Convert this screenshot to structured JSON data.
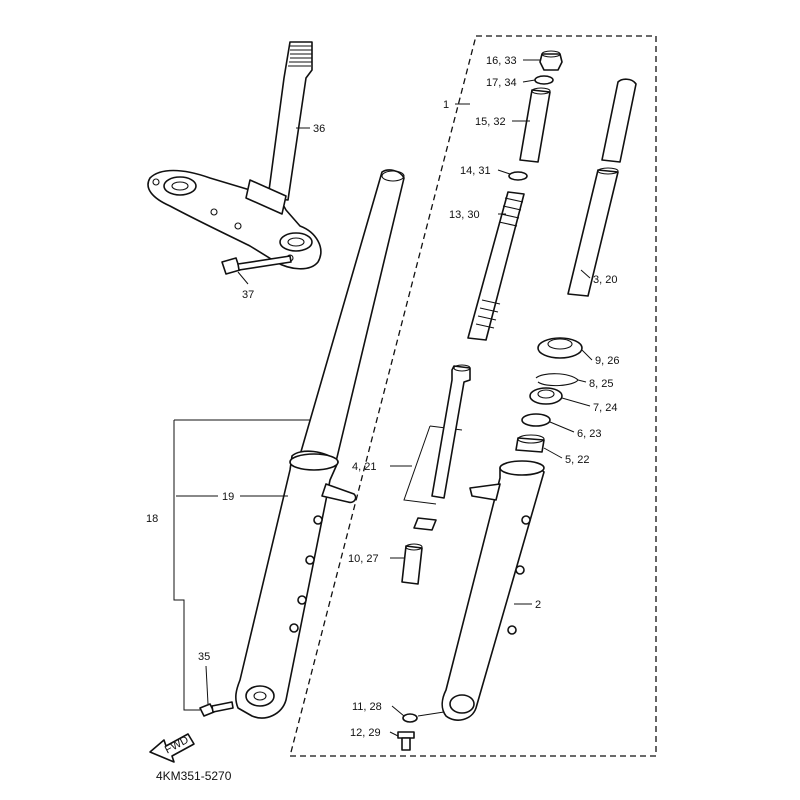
{
  "callouts": {
    "c1": "1",
    "c2": "2",
    "c3_20": "3, 20",
    "c4_21": "4, 21",
    "c5_22": "5, 22",
    "c6_23": "6, 23",
    "c7_24": "7, 24",
    "c8_25": "8, 25",
    "c9_26": "9, 26",
    "c10_27": "10, 27",
    "c11_28": "11, 28",
    "c12_29": "12, 29",
    "c13_30": "13, 30",
    "c14_31": "14, 31",
    "c15_32": "15, 32",
    "c16_33": "16, 33",
    "c17_34": "17, 34",
    "c18": "18",
    "c19": "19",
    "c35": "35",
    "c36": "36",
    "c37": "37"
  },
  "fwd_label": "FWD",
  "diagram_code": "4KM351-5270"
}
